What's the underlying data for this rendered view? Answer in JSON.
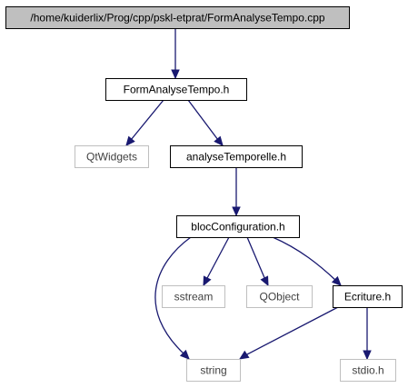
{
  "colors": {
    "edge": "#191970",
    "root_fill": "#bfbfbf",
    "local_border": "#000000",
    "system_border": "#bfbfbf",
    "local_text": "#000000",
    "system_text": "#404040"
  },
  "nodes": [
    {
      "id": "root",
      "label": "/home/kuiderlix/Prog/cpp/pskl-etprat/FormAnalyseTempo.cpp",
      "kind": "root"
    },
    {
      "id": "formanalysetempo_h",
      "label": "FormAnalyseTempo.h",
      "kind": "local"
    },
    {
      "id": "qtwidgets",
      "label": "QtWidgets",
      "kind": "system"
    },
    {
      "id": "analysetemporelle_h",
      "label": "analyseTemporelle.h",
      "kind": "local"
    },
    {
      "id": "blocconfiguration_h",
      "label": "blocConfiguration.h",
      "kind": "local"
    },
    {
      "id": "sstream",
      "label": "sstream",
      "kind": "system"
    },
    {
      "id": "qobject",
      "label": "QObject",
      "kind": "system"
    },
    {
      "id": "ecriture_h",
      "label": "Ecriture.h",
      "kind": "local"
    },
    {
      "id": "string",
      "label": "string",
      "kind": "system"
    },
    {
      "id": "stdio_h",
      "label": "stdio.h",
      "kind": "system"
    }
  ],
  "edges": [
    {
      "from": "root",
      "to": "formanalysetempo_h"
    },
    {
      "from": "formanalysetempo_h",
      "to": "qtwidgets"
    },
    {
      "from": "formanalysetempo_h",
      "to": "analysetemporelle_h"
    },
    {
      "from": "analysetemporelle_h",
      "to": "blocconfiguration_h"
    },
    {
      "from": "blocconfiguration_h",
      "to": "sstream"
    },
    {
      "from": "blocconfiguration_h",
      "to": "qobject"
    },
    {
      "from": "blocconfiguration_h",
      "to": "ecriture_h"
    },
    {
      "from": "blocconfiguration_h",
      "to": "string"
    },
    {
      "from": "ecriture_h",
      "to": "string"
    },
    {
      "from": "ecriture_h",
      "to": "stdio_h"
    }
  ]
}
